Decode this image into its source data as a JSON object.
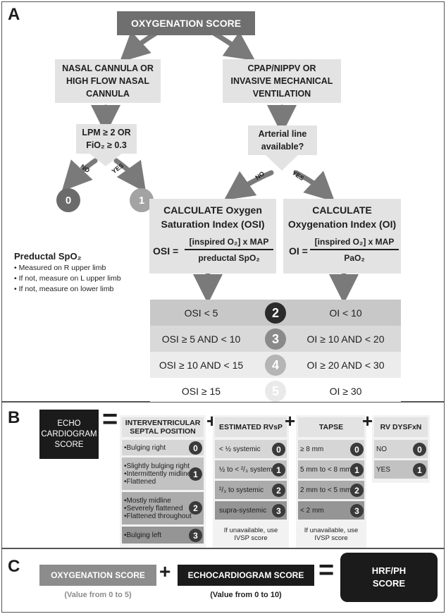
{
  "panel_a": {
    "label": "A",
    "title": "OXYGENATION SCORE",
    "nasal": [
      "NASAL CANNULA OR",
      "HIGH FLOW NASAL",
      "CANNULA"
    ],
    "cpap": [
      "CPAP/NIPPV OR",
      "INVASIVE MECHANICAL",
      "VENTILATION"
    ],
    "lpm_q": [
      "LPM ≥ 2 OR",
      "FiO₂ ≥ 0.3"
    ],
    "art_q": [
      "Arterial line",
      "available?"
    ],
    "no": "NO",
    "yes": "YES",
    "score0": "0",
    "score1": "1",
    "osi_title": [
      "CALCULATE Oxygen",
      "Saturation Index (OSI)"
    ],
    "oi_title": [
      "CALCULATE",
      "Oxygenation Index (OI)"
    ],
    "osi_lhs": "OSI =",
    "osi_num": "[inspired O₂] x MAP",
    "osi_den": "preductal SpO₂",
    "oi_lhs": "OI =",
    "oi_num": "[inspired O₂] x MAP",
    "oi_den": "PaO₂",
    "preductal_title": "Preductal SpO₂",
    "preductal_items": [
      "• Measured on R upper limb",
      "• If not, measure on L upper limb",
      "• If not, measure on lower limb"
    ],
    "rows": [
      {
        "osi": "OSI < 5",
        "score": "2",
        "oi": "OI < 10"
      },
      {
        "osi": "OSI ≥ 5 AND < 10",
        "score": "3",
        "oi": "OI ≥ 10 AND < 20"
      },
      {
        "osi": "OSI ≥ 10 AND < 15",
        "score": "4",
        "oi": "OI ≥ 20 AND < 30"
      },
      {
        "osi": "OSI ≥ 15",
        "score": "5",
        "oi": "OI ≥ 30"
      }
    ]
  },
  "panel_b": {
    "label": "B",
    "echo": [
      "ECHO",
      "CARDIOGRAM",
      "SCORE"
    ],
    "equals": "=",
    "plus": "+",
    "ivsp_header": [
      "INTERVENTRICULAR",
      "SEPTAL POSITION"
    ],
    "ivsp_rows": [
      {
        "text": [
          "•Bulging right"
        ],
        "score": "0"
      },
      {
        "text": [
          "•Slightly bulging right",
          "•Intermittently midline",
          "•Flattened"
        ],
        "score": "1"
      },
      {
        "text": [
          "•Mostly midline",
          "•Severely flattened",
          "•Flattened throughout"
        ],
        "score": "2"
      },
      {
        "text": [
          "•Bulging left"
        ],
        "score": "3"
      }
    ],
    "rvsp_header": "ESTIMATED RVsP",
    "rvsp_rows": [
      {
        "text": "< ½ systemic",
        "score": "0"
      },
      {
        "text": "½ to < ²/₃ systemic",
        "score": "1"
      },
      {
        "text": "²/₃ to systemic",
        "score": "2"
      },
      {
        "text": "supra-systemic",
        "score": "3"
      }
    ],
    "rvsp_note": [
      "If unavailable, use",
      "IVSP score"
    ],
    "tapse_header": "TAPSE",
    "tapse_rows": [
      {
        "text": "≥ 8 mm",
        "score": "0"
      },
      {
        "text": "5 mm to < 8 mm",
        "score": "1"
      },
      {
        "text": "2 mm to < 5 mm",
        "score": "2"
      },
      {
        "text": "< 2 mm",
        "score": "3"
      }
    ],
    "tapse_note": [
      "If unavailable, use",
      "IVSP score"
    ],
    "rvd_header": "RV DYSFxN",
    "rvd_rows": [
      {
        "text": "NO",
        "score": "0"
      },
      {
        "text": "YES",
        "score": "1"
      }
    ]
  },
  "panel_c": {
    "label": "C",
    "oxy": "OXYGENATION SCORE",
    "oxy_range": "(Value from 0 to 5)",
    "plus": "+",
    "echo": "ECHOCARDIOGRAM SCORE",
    "echo_range": "(Value from 0 to 10)",
    "equals": "=",
    "hrf": [
      "HRF/PH",
      "SCORE"
    ]
  },
  "colors": {
    "row_fills": [
      "#c8c8c8",
      "#d9d9d9",
      "#ececec",
      "#ffffff"
    ],
    "row_circles": [
      "#2b2b2b",
      "#8a8a8a",
      "#b5b5b5",
      "#e9e9e9"
    ],
    "arrow": "#7a7a7a"
  }
}
